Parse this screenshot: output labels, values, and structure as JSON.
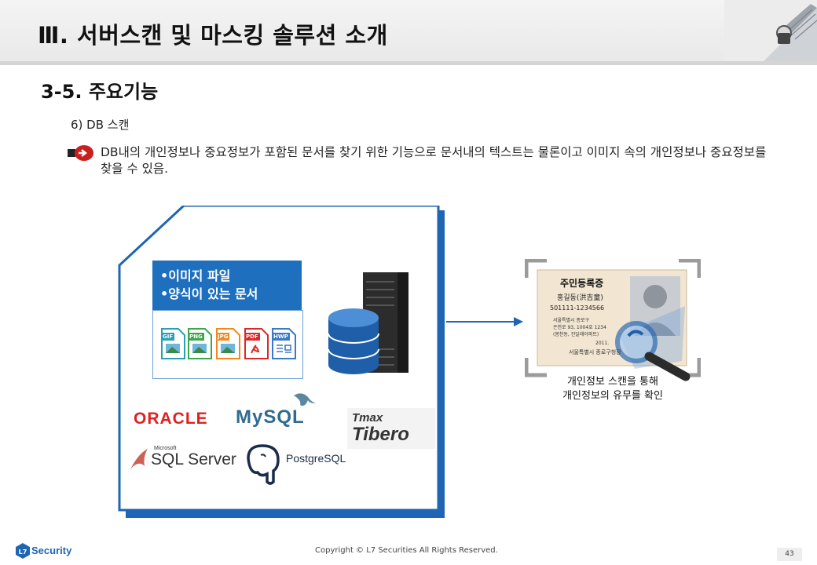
{
  "header": {
    "title": "Ⅲ. 서버스캔 및 마스킹 솔루션 소개"
  },
  "section": {
    "title": "3-5. 주요기능",
    "subtitle": "6) DB 스캔"
  },
  "description": "DB내의 개인정보나 중요정보가 포함된 문서를 찾기 위한 기능으로 문서내의 텍스트는 물론이고 이미지 속의 개인정보나 중요정보를 찾을 수 있음.",
  "panel": {
    "bullets": [
      "•이미지 파일",
      "•양식이 있는 문서"
    ],
    "file_types": [
      {
        "label": "GIF",
        "color": "#2a9fb6"
      },
      {
        "label": "PNG",
        "color": "#3aa84a"
      },
      {
        "label": "JPG",
        "color": "#f08a1c"
      },
      {
        "label": "PDF",
        "color": "#d92a2a"
      },
      {
        "label": "HWP",
        "color": "#3a78c8"
      }
    ],
    "db_logos": {
      "oracle": "ORACLE",
      "mysql": "MySQL",
      "tmax_top": "Tmax",
      "tmax_bottom": "Tibero",
      "sqlserver_small": "Microsoft",
      "sqlserver": "SQL Server",
      "postgres": "PostgreSQL"
    }
  },
  "id_card": {
    "title": "주민등록증",
    "name": "홍길동(洪吉童)",
    "number": "501111-1234566",
    "addr1": "서울특별시 종로구",
    "addr2": "은천로 93, 1004호 1234",
    "addr3": "(봉천동, 진달래아파트)",
    "date": "2011.",
    "issuer": "서울특별시 종로구청장"
  },
  "caption": [
    "개인정보 스캔을 통해",
    "개인정보의 유무를 확인"
  ],
  "footer": {
    "brand": "Security",
    "copyright": "Copyright © L7 Securities All Rights Reserved.",
    "page": "43"
  }
}
